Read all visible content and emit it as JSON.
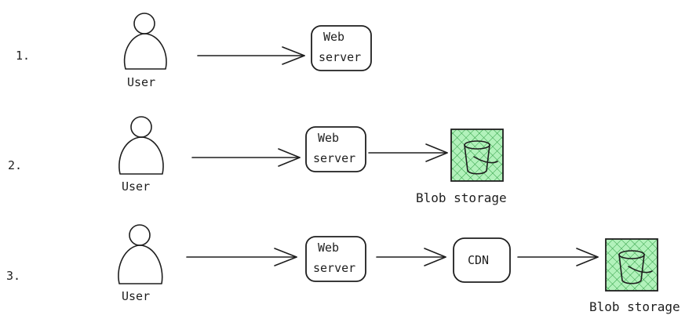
{
  "rows": [
    {
      "number": "1.",
      "user_label": "User",
      "nodes": [
        {
          "kind": "box",
          "lines": [
            "Web",
            "server"
          ]
        }
      ]
    },
    {
      "number": "2.",
      "user_label": "User",
      "nodes": [
        {
          "kind": "box",
          "lines": [
            "Web",
            "server"
          ]
        },
        {
          "kind": "storage",
          "label": "Blob storage"
        }
      ]
    },
    {
      "number": "3.",
      "user_label": "User",
      "nodes": [
        {
          "kind": "box",
          "lines": [
            "Web",
            "server"
          ]
        },
        {
          "kind": "box",
          "lines": [
            "CDN"
          ]
        },
        {
          "kind": "storage",
          "label": "Blob storage"
        }
      ]
    }
  ],
  "colors": {
    "ink": "#1e1e1e",
    "storage_fill": "#b2f2bb",
    "storage_hatch": "#2f9e44"
  },
  "icons": {
    "user": "person-icon",
    "storage": "bucket-icon"
  }
}
